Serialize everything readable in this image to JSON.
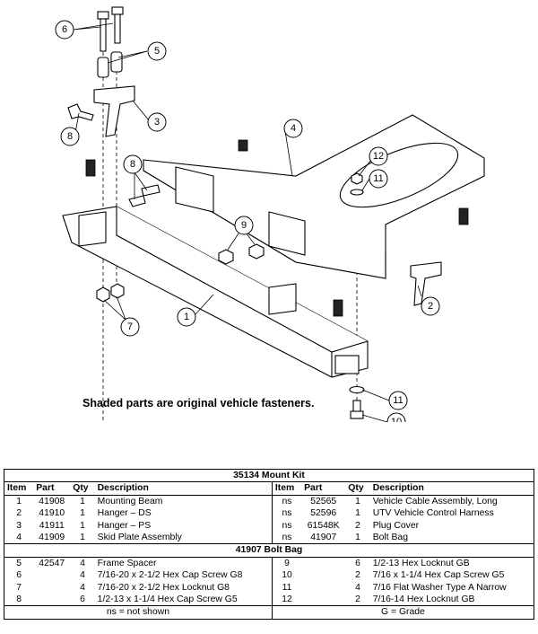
{
  "diagram": {
    "callouts": [
      "6",
      "5",
      "3",
      "8",
      "4",
      "12",
      "11",
      "8",
      "9",
      "2",
      "1",
      "7",
      "11",
      "10"
    ],
    "note": "Shaded parts are original vehicle fasteners."
  },
  "kit": {
    "title": "35134  Mount Kit",
    "headers": [
      "Item",
      "Part",
      "Qty",
      "Description",
      "Item",
      "Part",
      "Qty",
      "Description"
    ],
    "left_rows": [
      [
        "1",
        "41908",
        "1",
        "Mounting Beam"
      ],
      [
        "2",
        "41910",
        "1",
        "Hanger – DS"
      ],
      [
        "3",
        "41911",
        "1",
        "Hanger – PS"
      ],
      [
        "4",
        "41909",
        "1",
        "Skid Plate Assembly"
      ]
    ],
    "right_rows": [
      [
        "ns",
        "52565",
        "1",
        "Vehicle Cable Assembly, Long"
      ],
      [
        "ns",
        "52596",
        "1",
        "UTV Vehicle Control Harness"
      ],
      [
        "ns",
        "61548K",
        "2",
        "Plug Cover"
      ],
      [
        "ns",
        "41907",
        "1",
        "Bolt Bag"
      ]
    ]
  },
  "bag": {
    "title": "41907  Bolt Bag",
    "left_rows": [
      [
        "5",
        "42547",
        "4",
        "Frame Spacer"
      ],
      [
        "6",
        "",
        "4",
        "7/16-20 x 2-1/2 Hex Cap Screw G8"
      ],
      [
        "7",
        "",
        "4",
        "7/16-20 x 2-1/2 Hex Locknut G8"
      ],
      [
        "8",
        "",
        "6",
        "1/2-13 x 1-1/4 Hex Cap Screw G5"
      ]
    ],
    "right_rows": [
      [
        "9",
        "",
        "6",
        "1/2-13 Hex Locknut GB"
      ],
      [
        "10",
        "",
        "2",
        "7/16 x 1-1/4 Hex Cap Screw G5"
      ],
      [
        "11",
        "",
        "4",
        "7/16 Flat Washer Type A Narrow"
      ],
      [
        "12",
        "",
        "2",
        "7/16-14 Hex Locknut GB"
      ]
    ]
  },
  "footer": {
    "left": "ns = not shown",
    "right": "G = Grade"
  }
}
